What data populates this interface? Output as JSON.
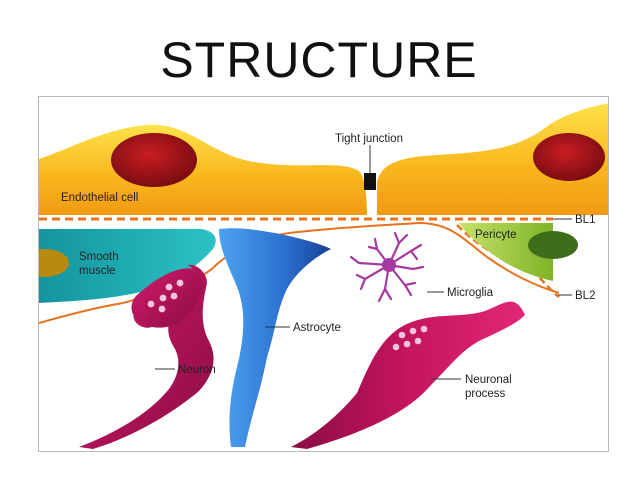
{
  "title": "STRUCTURE",
  "labels": {
    "endothelial": "Endothelial cell",
    "tight_junction": "Tight junction",
    "bl1": "BL1",
    "bl2": "BL2",
    "pericyte": "Pericyte",
    "smooth_muscle_line1": "Smooth",
    "smooth_muscle_line2": "muscle",
    "microglia": "Microglia",
    "astrocyte": "Astrocyte",
    "neuron": "Neuron",
    "neuronal_process_line1": "Neuronal",
    "neuronal_process_line2": "process"
  },
  "colors": {
    "endothelial": "#f7b21b",
    "nucleus": "#b3151d",
    "membrane_line": "#e8731e",
    "smooth_muscle": "#1aa5b0",
    "pericyte": "#9ccc3a",
    "microglia": "#a43aa0",
    "astrocyte": "#2f7fd6",
    "neuron": "#b4135e"
  }
}
